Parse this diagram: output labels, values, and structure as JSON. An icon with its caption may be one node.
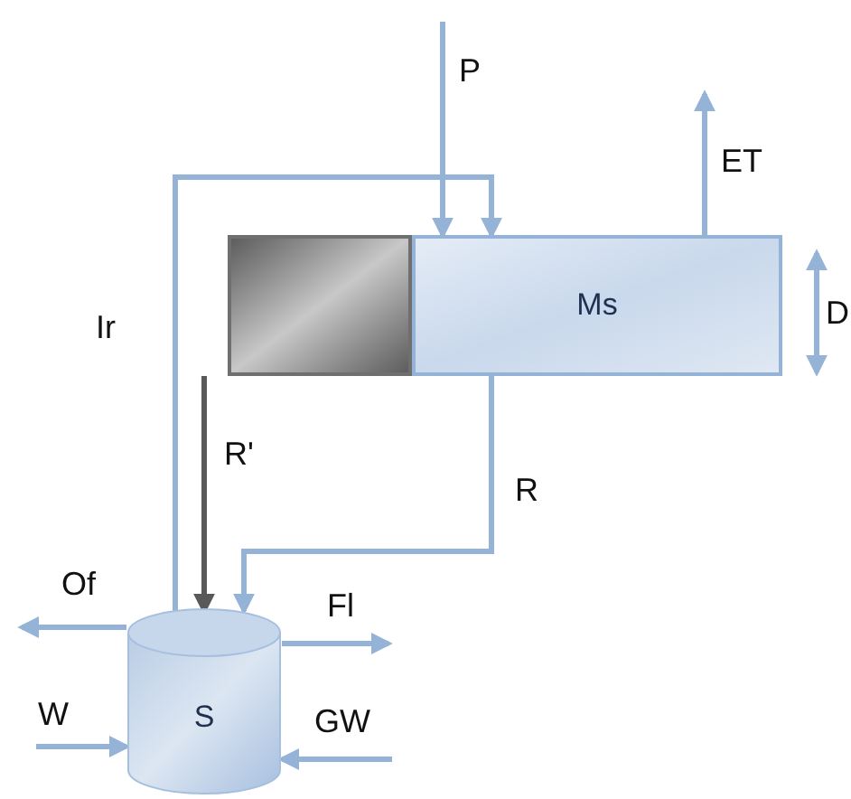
{
  "diagram": {
    "nodes": [
      {
        "text": [],
        "shape": "box"
      },
      {
        "text": [
          "Ms"
        ]
      },
      {
        "text": [
          "S"
        ]
      }
    ],
    "edges": [
      {
        "from": null,
        "to": 1,
        "arrow": "to",
        "label": "P"
      },
      {
        "from": 1,
        "to": null,
        "arrow": "to",
        "label": "ET"
      },
      {
        "from": 2,
        "to": 1,
        "arrow": "to",
        "label": "Ir"
      },
      {
        "from": 0,
        "to": 2,
        "arrow": "to",
        "label": "R'",
        "color": "#595959"
      },
      {
        "from": 1,
        "to": 2,
        "arrow": "to",
        "label": "R"
      },
      {
        "from": 2,
        "to": null,
        "arrow": "to",
        "label": "Of"
      },
      {
        "from": 2,
        "to": null,
        "arrow": "to",
        "label": "Fl"
      },
      {
        "from": null,
        "to": 2,
        "arrow": "to",
        "label": "W"
      },
      {
        "from": null,
        "to": 2,
        "arrow": "to",
        "label": "GW"
      }
    ],
    "labels": [
      "D"
    ]
  }
}
